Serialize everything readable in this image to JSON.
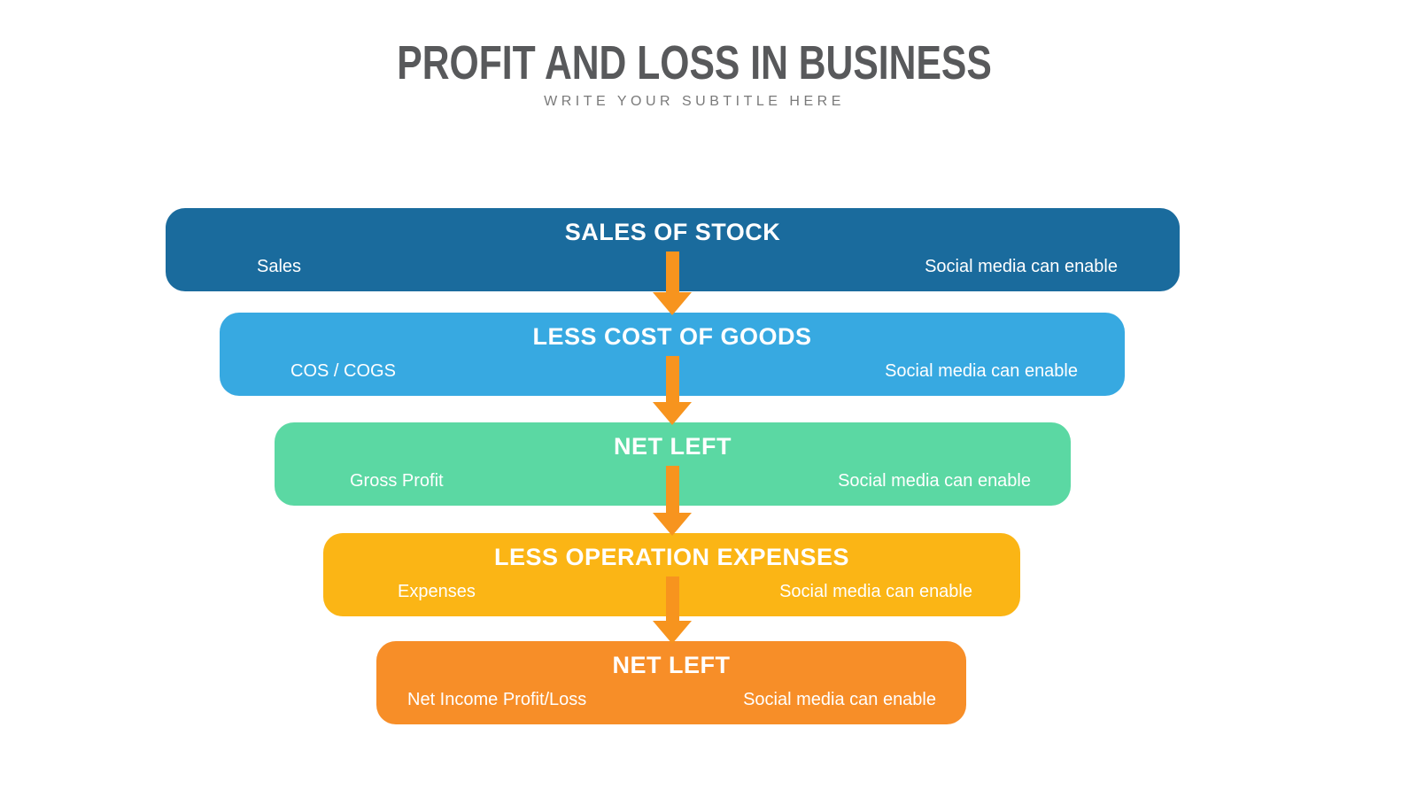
{
  "slide": {
    "title": "PROFIT AND LOSS IN BUSINESS",
    "subtitle": "WRITE YOUR SUBTITLE HERE",
    "title_color": "#58595b",
    "subtitle_color": "#7a7a7a",
    "background_color": "#ffffff"
  },
  "arrows": {
    "icon": "down-arrow",
    "color": "#F7941E",
    "count": 4
  },
  "funnel": {
    "steps": [
      {
        "heading": "SALES OF STOCK",
        "left_label": "Sales",
        "right_label": "Social media can enable",
        "color": "#1A6B9D"
      },
      {
        "heading": "LESS COST OF GOODS",
        "left_label": "COS / COGS",
        "right_label": "Social media can enable",
        "color": "#37A9E1"
      },
      {
        "heading": "NET LEFT",
        "left_label": "Gross Profit",
        "right_label": "Social media can enable",
        "color": "#5BD8A3"
      },
      {
        "heading": "LESS OPERATION EXPENSES",
        "left_label": "Expenses",
        "right_label": "Social media can enable",
        "color": "#FBB515"
      },
      {
        "heading": "NET LEFT",
        "left_label": "Net Income Profit/Loss",
        "right_label": "Social media can enable",
        "color": "#F78E28"
      }
    ]
  }
}
